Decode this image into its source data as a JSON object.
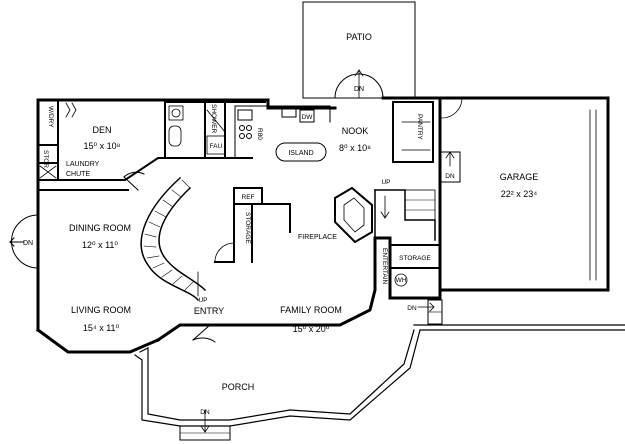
{
  "rooms": {
    "patio": {
      "name": "PATIO"
    },
    "den": {
      "name": "DEN",
      "dims": "15⁰ x 10⁸"
    },
    "nook": {
      "name": "NOOK",
      "dims": "8⁰ x 10⁸"
    },
    "garage": {
      "name": "GARAGE",
      "dims": "22² x 23⁴"
    },
    "dining_room": {
      "name": "DINING ROOM",
      "dims": "12⁰ x 11⁰"
    },
    "living_room": {
      "name": "LIVING ROOM",
      "dims": "15⁴ x 11⁰"
    },
    "family_room": {
      "name": "FAMILY ROOM",
      "dims": "15⁰ x 20⁰"
    },
    "entry": {
      "name": "ENTRY"
    },
    "porch": {
      "name": "PORCH"
    }
  },
  "labels": {
    "w_dry": "W/DRY",
    "stor": "STOR",
    "laundry_line1": "LAUNDRY",
    "laundry_line2": "CHUTE",
    "shower": "SHOWER",
    "fau": "FAU",
    "r80": "R80",
    "dw": "DW",
    "island": "ISLAND",
    "pantry": "PANTRY",
    "ref": "REF",
    "storage_hall": "STORAGE",
    "fireplace": "FIREPLACE",
    "entertain": "ENTERTAIN",
    "storage_utility": "STORAGE",
    "wh": "WH",
    "up_entry": "UP",
    "up_hall": "UP",
    "dn_patio": "DN",
    "dn_garage": "DN",
    "dn_dining": "DN",
    "dn_porch": "DN",
    "dn_side": "DN"
  }
}
